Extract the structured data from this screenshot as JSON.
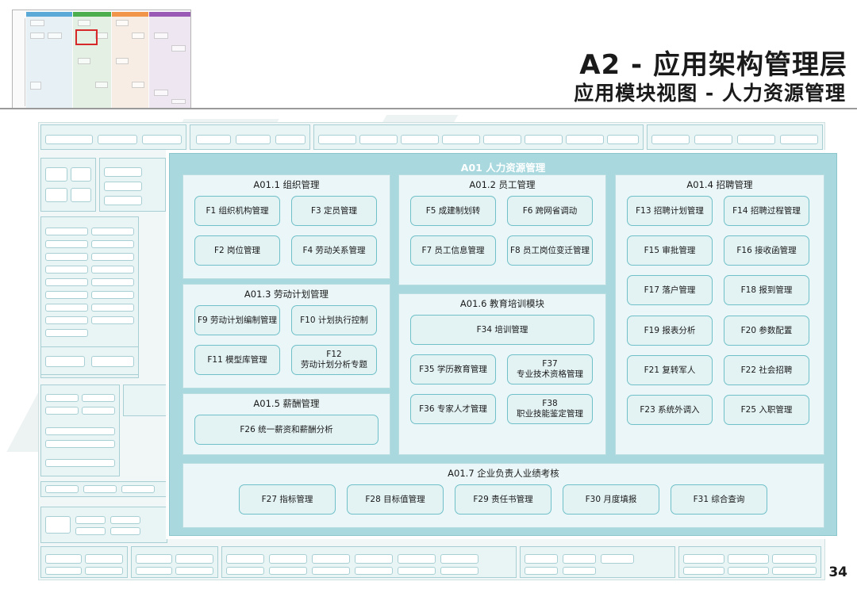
{
  "header": {
    "title": "A2 - 应用架构管理层",
    "subtitle": "应用模块视图 - 人力资源管理"
  },
  "thumbnail": {
    "colors": {
      "blue": "#5aa9d6",
      "green": "#4cae4c",
      "orange": "#f0954a",
      "purple": "#9b59b6",
      "highlight": "#d62828"
    }
  },
  "panel": {
    "title": "A01 人力资源管理",
    "groups": [
      {
        "title": "A01.1 组织管理",
        "modules": [
          "F1 组织机构管理",
          "F3 定员管理",
          "F2 岗位管理",
          "F4 劳动关系管理"
        ]
      },
      {
        "title": "A01.2 员工管理",
        "modules": [
          "F5 成建制划转",
          "F6 跨网省调动",
          "F7 员工信息管理",
          "F8 员工岗位变迁管理"
        ]
      },
      {
        "title": "A01.4 招聘管理",
        "modules": [
          "F13 招聘计划管理",
          "F14 招聘过程管理",
          "F15 审批管理",
          "F16 接收函管理",
          "F17 落户管理",
          "F18 报到管理",
          "F19 报表分析",
          "F20 参数配置",
          "F21 复转军人",
          "F22 社会招聘",
          "F23 系统外调入",
          "F25 入职管理"
        ]
      },
      {
        "title": "A01.3 劳动计划管理",
        "modules": [
          "F9 劳动计划编制管理",
          "F10 计划执行控制",
          "F11 模型库管理",
          "F12\n劳动计划分析专题"
        ]
      },
      {
        "title": "A01.6 教育培训模块",
        "modules": [
          "F34 培训管理",
          "F35 学历教育管理",
          "F37\n专业技术资格管理",
          "F36 专家人才管理",
          "F38\n职业技能鉴定管理"
        ]
      },
      {
        "title": "A01.5 薪酬管理",
        "modules": [
          "F26 统一薪资和薪酬分析"
        ]
      },
      {
        "title": "A01.7 企业负责人业绩考核",
        "modules": [
          "F27 指标管理",
          "F28 目标值管理",
          "F29 责任书管理",
          "F30 月度填报",
          "F31 综合查询"
        ]
      }
    ]
  },
  "page_number": "34"
}
